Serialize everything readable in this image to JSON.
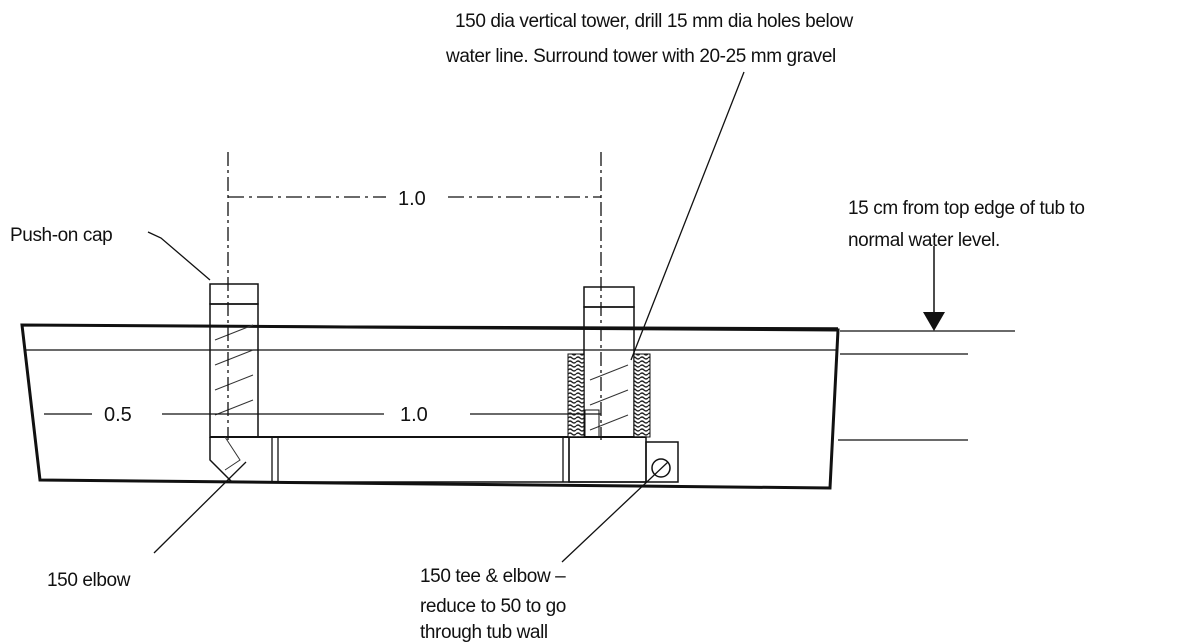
{
  "annotations": {
    "tower_note_line1": "150 dia vertical tower, drill 15 mm dia holes below",
    "tower_note_line2": "water line. Surround tower with 20-25 mm gravel",
    "water_level_line1": "15 cm from top edge of tub to",
    "water_level_line2": "normal water level.",
    "cap_label": "Push-on cap",
    "elbow_label": "150 elbow",
    "tee_line1": "150 tee & elbow –",
    "tee_line2": "reduce  to 50 to go",
    "tee_line3": "through tub wall"
  },
  "dimensions": {
    "tower_spacing": "1.0",
    "left_offset": "0.5",
    "pipe_length": "1.0"
  }
}
